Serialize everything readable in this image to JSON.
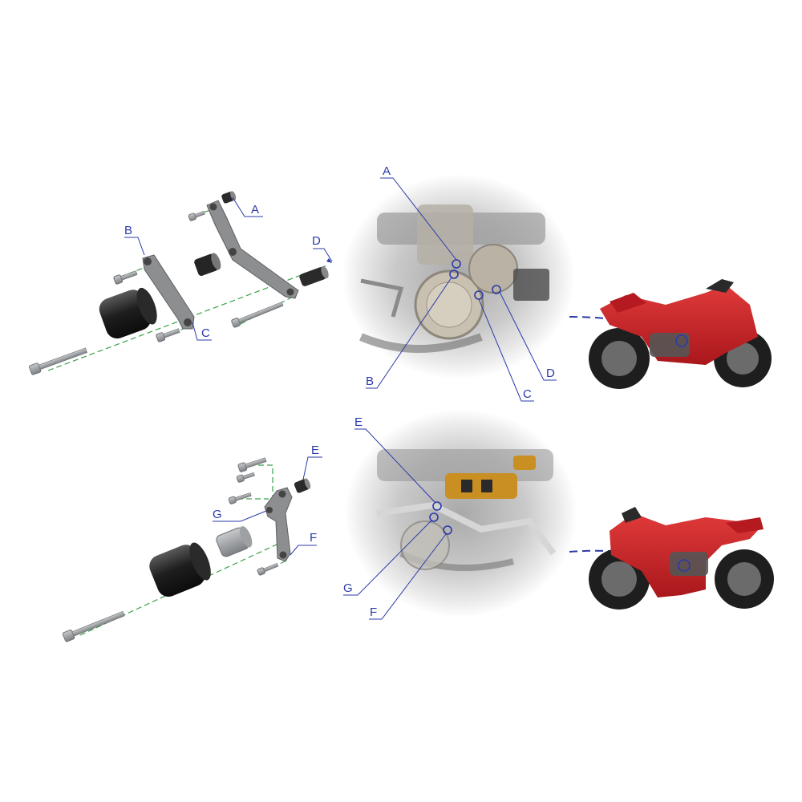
{
  "top_labels": {
    "explode_a": "A",
    "explode_b": "B",
    "explode_c": "C",
    "explode_d": "D",
    "engine_a": "A",
    "engine_b": "B",
    "engine_c": "C",
    "engine_d": "D"
  },
  "bottom_labels": {
    "explode_e": "E",
    "explode_f": "F",
    "explode_g": "G",
    "engine_e": "E",
    "engine_f": "F",
    "engine_g": "G"
  },
  "colors": {
    "callout": "#2b3aa8",
    "assembly_axis": "#3aa04a",
    "bracket": "#8c8e90",
    "slider": "#1c1c1c",
    "motorcycle": "#c51f25"
  }
}
